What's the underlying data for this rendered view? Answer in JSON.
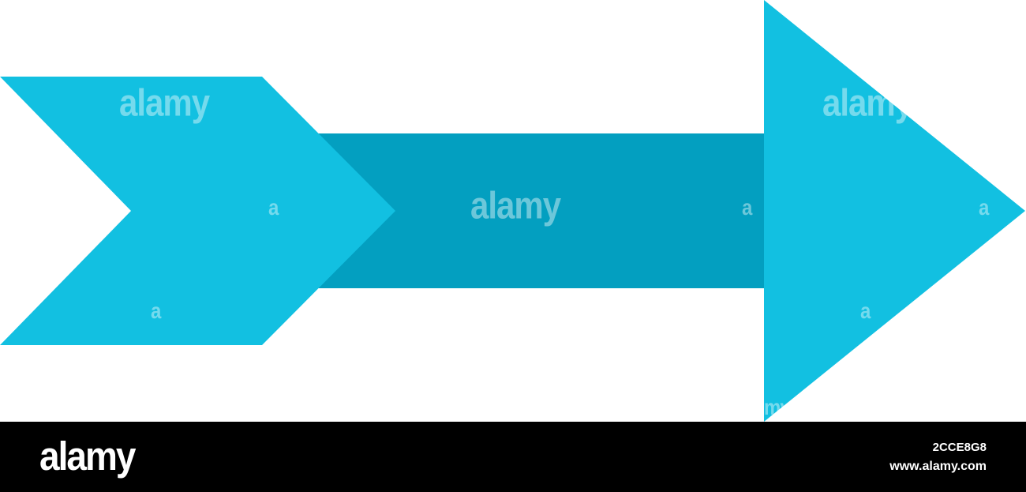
{
  "graphic": {
    "shaft_color": "#039FC0",
    "head_color": "#12C0E1",
    "fletch_color": "#12C0E1",
    "icon": "right-arrow-icon"
  },
  "watermark": {
    "brand": "alamy",
    "small_mark": "a",
    "edge_mark": "my"
  },
  "footer": {
    "logo": "alamy",
    "image_id": "2CCE8G8",
    "url": "www.alamy.com"
  }
}
